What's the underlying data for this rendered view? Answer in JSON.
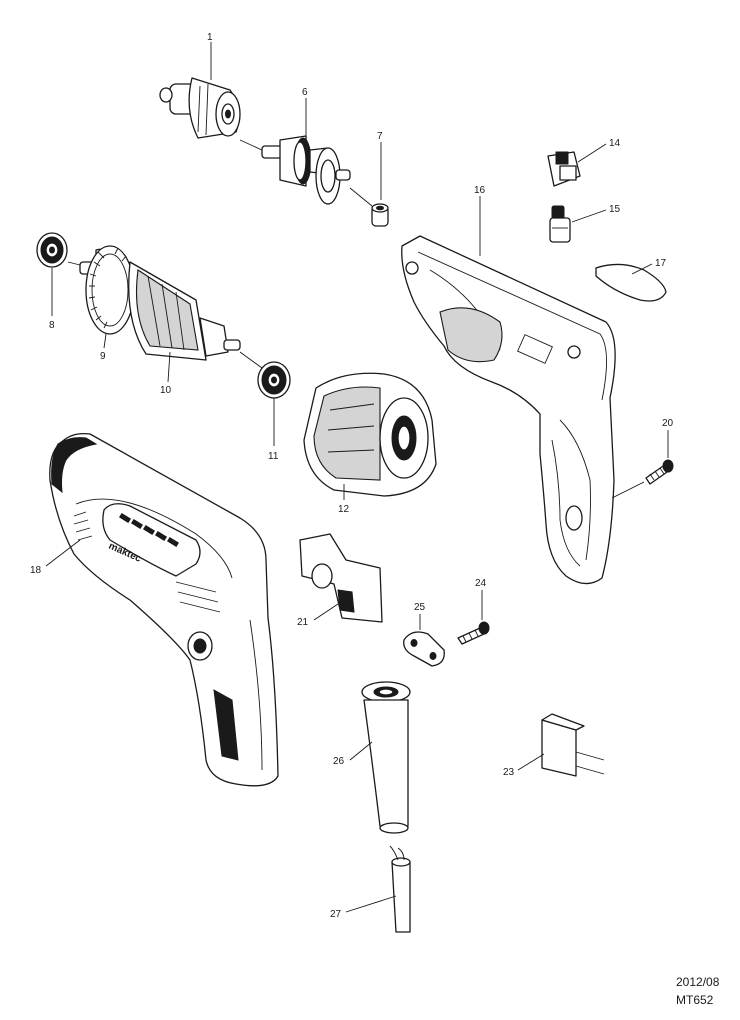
{
  "diagram": {
    "parts": [
      {
        "id": "p1",
        "label": "1",
        "icon": "keyed-chuck"
      },
      {
        "id": "p6",
        "label": "6",
        "icon": "spindle-gear"
      },
      {
        "id": "p7",
        "label": "7",
        "icon": "sleeve"
      },
      {
        "id": "p8",
        "label": "8",
        "icon": "ball-bearing"
      },
      {
        "id": "p9",
        "label": "9",
        "icon": "fan"
      },
      {
        "id": "p10",
        "label": "10",
        "icon": "armature"
      },
      {
        "id": "p11",
        "label": "11",
        "icon": "ball-bearing"
      },
      {
        "id": "p12",
        "label": "12",
        "icon": "field-stator"
      },
      {
        "id": "p14",
        "label": "14",
        "icon": "brush-holder"
      },
      {
        "id": "p15",
        "label": "15",
        "icon": "carbon-brush"
      },
      {
        "id": "p16",
        "label": "16",
        "icon": "housing-half"
      },
      {
        "id": "p17",
        "label": "17",
        "icon": "name-plate"
      },
      {
        "id": "p18",
        "label": "18",
        "icon": "housing-set"
      },
      {
        "id": "p20",
        "label": "20",
        "icon": "tapping-screw"
      },
      {
        "id": "p21",
        "label": "21",
        "icon": "switch"
      },
      {
        "id": "p23",
        "label": "23",
        "icon": "capacitor"
      },
      {
        "id": "p24",
        "label": "24",
        "icon": "tapping-screw"
      },
      {
        "id": "p25",
        "label": "25",
        "icon": "strain-relief"
      },
      {
        "id": "p26",
        "label": "26",
        "icon": "cord-guard"
      },
      {
        "id": "p27",
        "label": "27",
        "icon": "cord"
      }
    ],
    "brand_mark": "maktec"
  },
  "footer": {
    "date": "2012/08",
    "model": "MT652"
  }
}
